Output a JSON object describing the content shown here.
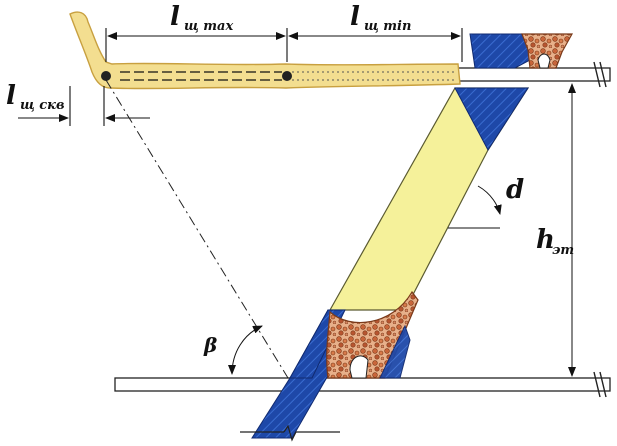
{
  "labels": {
    "l_max": {
      "main": "l",
      "sub": "щ max"
    },
    "l_min": {
      "main": "l",
      "sub": "щ min"
    },
    "l_skv": {
      "main": "l",
      "sub": "щ скв"
    },
    "h": {
      "main": "h",
      "sub": "эт"
    },
    "d": "d",
    "beta": "β"
  },
  "colors": {
    "coal_seam": "#F5F19A",
    "slot": "#F3DE90",
    "slot_border": "#C8A040",
    "hatch_fill": "#1E48A8",
    "rock_fragment": "#C86B3A",
    "ground": "#FFFFFF",
    "line": "#111111"
  },
  "icons": {
    "hatch": "diagonal-hatch-pattern",
    "broken_rock": "rock-rubble-pattern",
    "arrow": "dimension-arrow"
  }
}
